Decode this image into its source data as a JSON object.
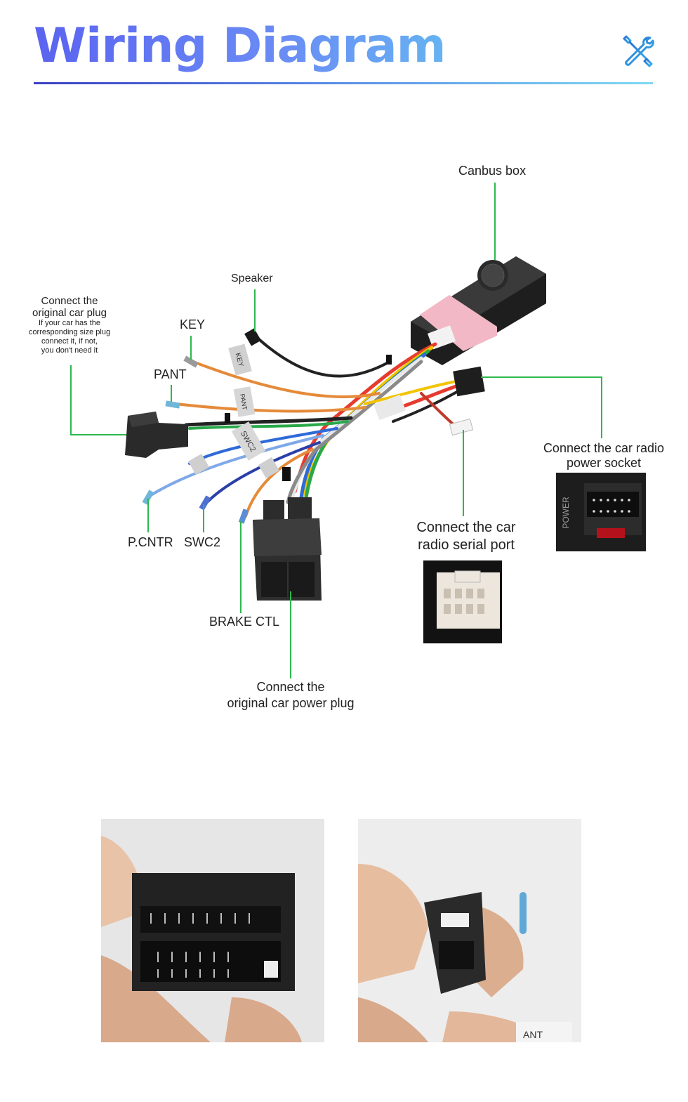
{
  "page": {
    "title": "Wiring Diagram"
  },
  "labels": {
    "canbus_box": "Canbus box",
    "speaker": "Speaker",
    "key": "KEY",
    "pant": "PANT",
    "original_plug_title_1": "Connect the",
    "original_plug_title_2": "original car plug",
    "original_plug_note_1": "If your car has the",
    "original_plug_note_2": "corresponding size plug",
    "original_plug_note_3": "connect it, if not,",
    "original_plug_note_4": "you don't need it",
    "pcntr": "P.CNTR",
    "swc2": "SWC2",
    "brake_ctl": "BRAKE CTL",
    "power_plug_1": "Connect the",
    "power_plug_2": "original car power plug",
    "serial_port_1": "Connect the car",
    "serial_port_2": "radio  serial port",
    "power_socket_1": "Connect the car radio",
    "power_socket_2": "power socket"
  },
  "stickers": {
    "key": "KEY",
    "pant": "PANT",
    "swc2": "SWC2",
    "power": "POWER"
  },
  "photo_label": "ANT",
  "colors": {
    "leader": "#2db84d",
    "title_start": "#5a63f0",
    "title_end": "#66b3f2"
  },
  "icons": {
    "header": "tools-icon"
  }
}
